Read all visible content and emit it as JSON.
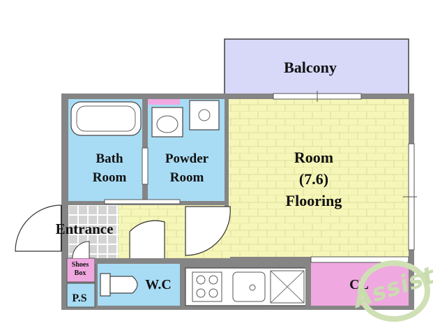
{
  "labels": {
    "balcony": "Balcony",
    "room": [
      "Room",
      "(7.6)",
      "Flooring"
    ],
    "bath": [
      "Bath",
      "Room"
    ],
    "powder": [
      "Powder",
      "Room"
    ],
    "entrance": "Entrance",
    "wc": "W.C",
    "cl": "CL",
    "ps": "P.S",
    "shoes_box": [
      "Shoes",
      "Box"
    ]
  },
  "logo_text": "Assist",
  "colors": {
    "wall": "#858585",
    "room_floor": "#f6f6b8",
    "wet_area": "#a8dcf4",
    "balcony": "#d8d8f8",
    "closet": "#f0a8e0",
    "entrance_tile": "#d4d4d4",
    "kitchen": "#ffffff"
  }
}
